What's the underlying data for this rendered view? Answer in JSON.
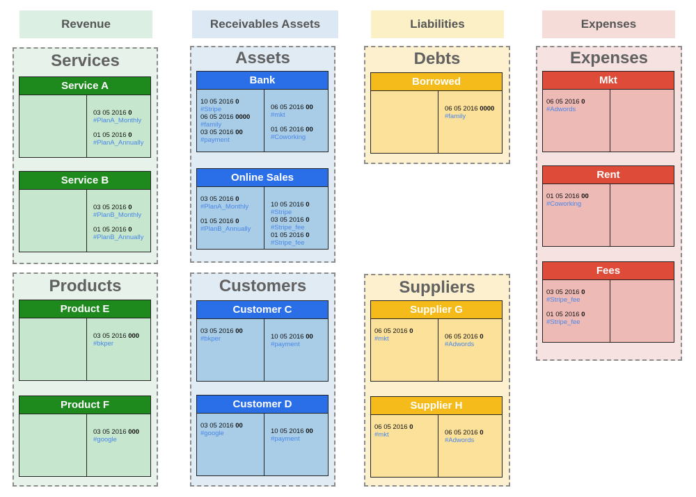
{
  "colors": {
    "revenue": {
      "header_bg": "#dcefe3",
      "group_bg": "#e7f2ea",
      "acct_head": "#1e8a1e",
      "acct_body": "#c6e7cd"
    },
    "assets": {
      "header_bg": "#dce9f4",
      "group_bg": "#e1ebf4",
      "acct_head": "#2b6fe8",
      "acct_body": "#a9cde6"
    },
    "liabilities": {
      "header_bg": "#fcf0c7",
      "group_bg": "#fdf0cf",
      "acct_head": "#f5bb1b",
      "acct_body": "#fce19a"
    },
    "expenses": {
      "header_bg": "#f5dcd9",
      "group_bg": "#f6e3e1",
      "acct_head": "#de4b38",
      "acct_body": "#eebab5"
    }
  },
  "headers": {
    "revenue": "Revenue",
    "receivables_assets": "Receivables Assets",
    "liabilities": "Liabilities",
    "expenses": "Expenses"
  },
  "groups": {
    "services": {
      "title": "Services",
      "accounts": [
        {
          "name": "Service A",
          "left": [],
          "right": [
            {
              "date": "03 05 2016",
              "amount": "0",
              "tag": "#PlanA_Monthly"
            },
            {
              "date": "01 05 2016",
              "amount": "0",
              "tag": "#PlanA_Annually"
            }
          ]
        },
        {
          "name": "Service B",
          "left": [],
          "right": [
            {
              "date": "03 05 2016",
              "amount": "0",
              "tag": "#PlanB_Monthly"
            },
            {
              "date": "01 05 2016",
              "amount": "0",
              "tag": "#PlanB_Annually"
            }
          ]
        }
      ]
    },
    "products": {
      "title": "Products",
      "accounts": [
        {
          "name": "Product E",
          "left": [],
          "right": [
            {
              "date": "03 05 2016",
              "amount": "000",
              "tag": "#bkper"
            }
          ]
        },
        {
          "name": "Product F",
          "left": [],
          "right": [
            {
              "date": "03 05 2016",
              "amount": "000",
              "tag": "#google"
            }
          ]
        }
      ]
    },
    "assets": {
      "title": "Assets",
      "accounts": [
        {
          "name": "Bank",
          "left": [
            {
              "date": "10 05 2016",
              "amount": "0",
              "tag": "#Stripe"
            },
            {
              "date": "06 05 2016",
              "amount": "0000",
              "tag": "#family"
            },
            {
              "date": "03 05 2016",
              "amount": "00",
              "tag": "#payment"
            }
          ],
          "right": [
            {
              "date": "06 05 2016",
              "amount": "00",
              "tag": "#mkt"
            },
            {
              "date": "01 05  2016",
              "amount": "00",
              "tag": "#Coworking"
            }
          ]
        },
        {
          "name": "Online Sales",
          "left": [
            {
              "date": "03 05 2016",
              "amount": "0",
              "tag": "#PlanA_Monthly"
            },
            {
              "date": "01 05 2016",
              "amount": "0",
              "tag": "#PlanB_Annually"
            }
          ],
          "right": [
            {
              "date": "10 05 2016",
              "amount": "0",
              "tag": "#Stripe"
            },
            {
              "date": "03 05 2016",
              "amount": "0",
              "tag": "#Stripe_fee"
            },
            {
              "date": "01 05 2016",
              "amount": "0",
              "tag": "#Stripe_fee"
            }
          ]
        }
      ]
    },
    "customers": {
      "title": "Customers",
      "accounts": [
        {
          "name": "Customer C",
          "left": [
            {
              "date": "03 05 2016",
              "amount": "00",
              "tag": "#bkper"
            }
          ],
          "right": [
            {
              "date": "10 05 2016",
              "amount": "00",
              "tag": "#payment"
            }
          ]
        },
        {
          "name": "Customer D",
          "left": [
            {
              "date": "03 05 2016",
              "amount": "00",
              "tag": "#google"
            }
          ],
          "right": [
            {
              "date": "10 05 2016",
              "amount": "00",
              "tag": "#payment"
            }
          ]
        }
      ]
    },
    "debts": {
      "title": "Debts",
      "accounts": [
        {
          "name": "Borrowed",
          "left": [],
          "right": [
            {
              "date": "06 05 2016",
              "amount": "0000",
              "tag": "#family"
            }
          ]
        }
      ]
    },
    "suppliers": {
      "title": "Suppliers",
      "accounts": [
        {
          "name": "Supplier G",
          "left": [
            {
              "date": "06 05 2016",
              "amount": "0",
              "tag": "#mkt"
            }
          ],
          "right": [
            {
              "date": "06 05 2016",
              "amount": "0",
              "tag": "#Adwords"
            }
          ]
        },
        {
          "name": "Supplier H",
          "left": [
            {
              "date": "06 05 2016",
              "amount": "0",
              "tag": "#mkt"
            }
          ],
          "right": [
            {
              "date": "06 05 2016",
              "amount": "0",
              "tag": "#Adwords"
            }
          ]
        }
      ]
    },
    "expenses": {
      "title": "Expenses",
      "accounts": [
        {
          "name": "Mkt",
          "left": [
            {
              "date": "06 05 2016",
              "amount": "0",
              "tag": "#Adwords"
            }
          ],
          "right": []
        },
        {
          "name": "Rent",
          "left": [
            {
              "date": "01 05  2016",
              "amount": "00",
              "tag": "#Coworking"
            }
          ],
          "right": []
        },
        {
          "name": "Fees",
          "left": [
            {
              "date": "03 05 2016",
              "amount": "0",
              "tag": "#Stripe_fee"
            },
            {
              "date": "01 05 2016",
              "amount": "0",
              "tag": "#Stripe_fee"
            }
          ],
          "right": []
        }
      ]
    }
  }
}
